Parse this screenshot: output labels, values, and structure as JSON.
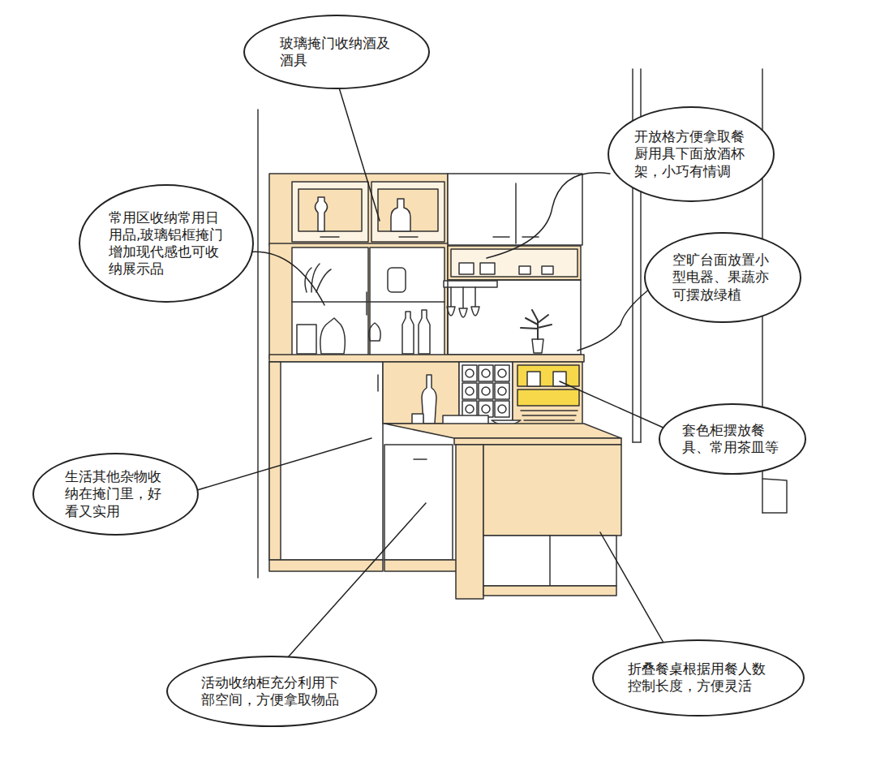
{
  "diagram": {
    "nodes": [
      {
        "text": [
          "玻璃掩门收纳酒及酒具"
        ]
      },
      {
        "text": [
          "开放格方便拿取餐厨用具下面放酒杯架，小巧有情调"
        ]
      },
      {
        "text": [
          "常用区收纳常用日用品,玻璃铝框掩门增加现代感也可收纳展示品"
        ]
      },
      {
        "text": [
          "空旷台面放置小型电器、果蔬亦可摆放绿植"
        ]
      },
      {
        "text": [
          "套色柜摆放餐具、常用茶皿等"
        ]
      },
      {
        "text": [
          "生活其他杂物收纳在掩门里，好看又实用"
        ]
      },
      {
        "text": [
          "折叠餐桌根据用餐人数控制长度，方便灵活"
        ]
      },
      {
        "text": [
          "活动收纳柜充分利用下部空间，方便拿取物品"
        ]
      }
    ]
  }
}
